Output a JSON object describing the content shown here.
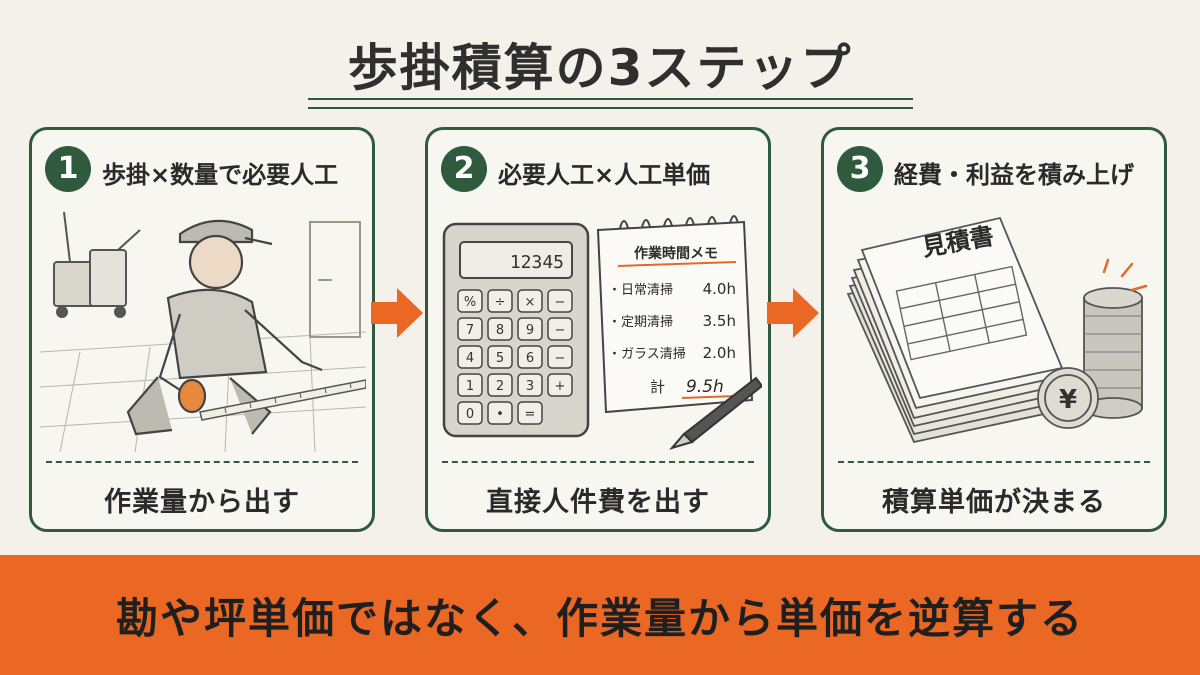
{
  "title": "歩掛積算の3ステップ",
  "steps": [
    {
      "number": "1",
      "heading": "歩掛×数量で必要人工",
      "footer": "作業量から出す"
    },
    {
      "number": "2",
      "heading": "必要人工×人工単価",
      "footer": "直接人件費を出す",
      "calculator_display": "12345",
      "calculator_keys": [
        "%",
        "÷",
        "×",
        "−",
        "7",
        "8",
        "9",
        "−",
        "4",
        "5",
        "6",
        "−",
        "1",
        "2",
        "3",
        "+",
        "0",
        "•",
        "="
      ],
      "memo": {
        "title": "作業時間メモ",
        "rows": [
          {
            "label": "・日常清掃",
            "value": "4.0h"
          },
          {
            "label": "・定期清掃",
            "value": "3.5h"
          },
          {
            "label": "・ガラス清掃",
            "value": "2.0h"
          }
        ],
        "total_label": "計",
        "total_value": "9.5h"
      }
    },
    {
      "number": "3",
      "heading": "経費・利益を積み上げ",
      "footer": "積算単価が決まる",
      "document_title": "見積書",
      "coin_symbol": "¥"
    }
  ],
  "banner": "勘や坪単価ではなく、作業量から単価を逆算する",
  "colors": {
    "accent_green": "#2f5a3d",
    "accent_orange": "#ea6724",
    "background": "#f4f1ea"
  }
}
